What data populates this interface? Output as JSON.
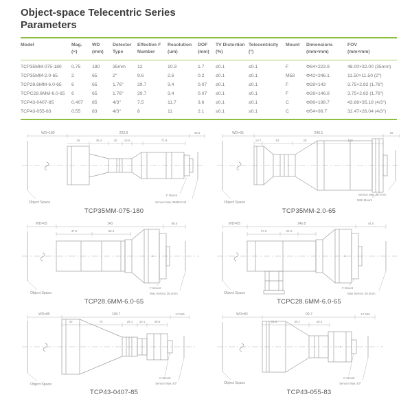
{
  "title": {
    "line1": "Object-space Telecentric Series",
    "line2": "Parameters"
  },
  "colors": {
    "accent_green": "#8cbf3f",
    "title_text": "#3d3d3d",
    "table_text": "#767676",
    "drawing_line": "#9b9b9b"
  },
  "table": {
    "columns": [
      {
        "l1": "Model",
        "l2": ""
      },
      {
        "l1": "Mag.",
        "l2": "(×)"
      },
      {
        "l1": "WD",
        "l2": "(mm)"
      },
      {
        "l1": "Detector",
        "l2": "Type"
      },
      {
        "l1": "Effective F",
        "l2": "Number"
      },
      {
        "l1": "Resolution",
        "l2": "(um)"
      },
      {
        "l1": "DOF",
        "l2": "(mm)"
      },
      {
        "l1": "TV Distortion",
        "l2": "(%)"
      },
      {
        "l1": "Telecentricity",
        "l2": "(°)"
      },
      {
        "l1": "Mount",
        "l2": ""
      },
      {
        "l1": "Dimensions",
        "l2": "(mm×mm)"
      },
      {
        "l1": "FOV",
        "l2": "(mm×mm)"
      }
    ],
    "rows": [
      [
        "TCP35MM-075-180",
        "0.75",
        "180",
        "35mm",
        "12",
        "10.3",
        "1.7",
        "≤0.1",
        "≤0.1",
        "F",
        "Φ84×223.9",
        "48.00×32.00 (35mm)"
      ],
      [
        "TCP35MM-2.0-65",
        "2",
        "65",
        "2\"",
        "9.6",
        "2.6",
        "0.2",
        "≤0.1",
        "≤0.1",
        "M58",
        "Φ42×246.1",
        "11.50×11.50 (2\")"
      ],
      [
        "TCP28.6MM-6.0-65",
        "6",
        "65",
        "1.76\"",
        "29.7",
        "3.4",
        "0.07",
        "≤0.1",
        "≤0.1",
        "F",
        "Φ28×143",
        "3.75×2.82 (1.76\")"
      ],
      [
        "TCPC28.6MM-6.0-65",
        "6",
        "65",
        "1.76\"",
        "29.7",
        "3.4",
        "0.07",
        "≤0.1",
        "≤0.1",
        "F",
        "Φ28×146.8",
        "3.75×2.82 (1.76\")"
      ],
      [
        "TCP43-0407-85",
        "0.407",
        "85",
        "4/3\"",
        "7.5",
        "11.7",
        "3.6",
        "≤0.1",
        "≤0.1",
        "C",
        "Φ86×198.7",
        "43.88×35.18 (4/3\")"
      ],
      [
        "TCP43-055-83",
        "0.55",
        "83",
        "4/3\"",
        "8",
        "11",
        "2.1",
        "≤0.1",
        "≤0.1",
        "C",
        "Φ54×99.7",
        "32.47×26.04 (4/3\")"
      ]
    ]
  },
  "drawings": [
    {
      "caption": "TCP35MM-075-180",
      "wd": "WD=180",
      "total": "223.9",
      "right_dim": "46.5",
      "sub_dims": [
        "45",
        "36.4",
        "30",
        "19.5",
        "71.9"
      ],
      "object_space": "Object Space",
      "mount": "F Mount",
      "sensor": "Sensor Max 35MM Full"
    },
    {
      "caption": "TCP35MM-2.0-65",
      "wd": "WD=65",
      "total": "246.1",
      "right_dim": "16",
      "sub_dims": [
        "10.7",
        "63",
        "28",
        "100"
      ],
      "object_space": "Object Space",
      "mount": "M58 Mount",
      "sensor": "Sensor Max 26.7mm"
    },
    {
      "caption": "TCP28.6MM-6.0-65",
      "wd": "WD=65",
      "total": "143",
      "right_dim": "88.5",
      "sub_dims": [
        "47.5",
        "59.4"
      ],
      "object_space": "Object Space",
      "mount": "F Mount",
      "sensor": "Max Sensor 28.4mm"
    },
    {
      "caption": "TCPC28.6MM-6.0-65",
      "wd": "WD=65",
      "total": "146.8",
      "right_dim": "44.5",
      "sub_dims": [
        "47.6",
        "24.5"
      ],
      "object_space": "Object Space",
      "mount": "F Mount",
      "sensor": "Max Sensor 28.4mm"
    },
    {
      "caption": "TCP43-0407-85",
      "wd": "WD=85",
      "total": "198.7",
      "right_dim": "17.526",
      "sub_dims": [
        "40",
        "70",
        "29.1",
        "19.1",
        "29.5"
      ],
      "object_space": "Object Space",
      "mount": "C Mount",
      "sensor": "Sensor Max 4/3\""
    },
    {
      "caption": "TCP43-055-83",
      "wd": "WD=83",
      "total": "99.7",
      "right_dim": "17.526",
      "sub_dims": [
        "21.8",
        "20.7",
        "28.2"
      ],
      "object_space": "Object Space",
      "mount": "C Mount",
      "sensor": "Sensor Max 4/3\""
    }
  ]
}
